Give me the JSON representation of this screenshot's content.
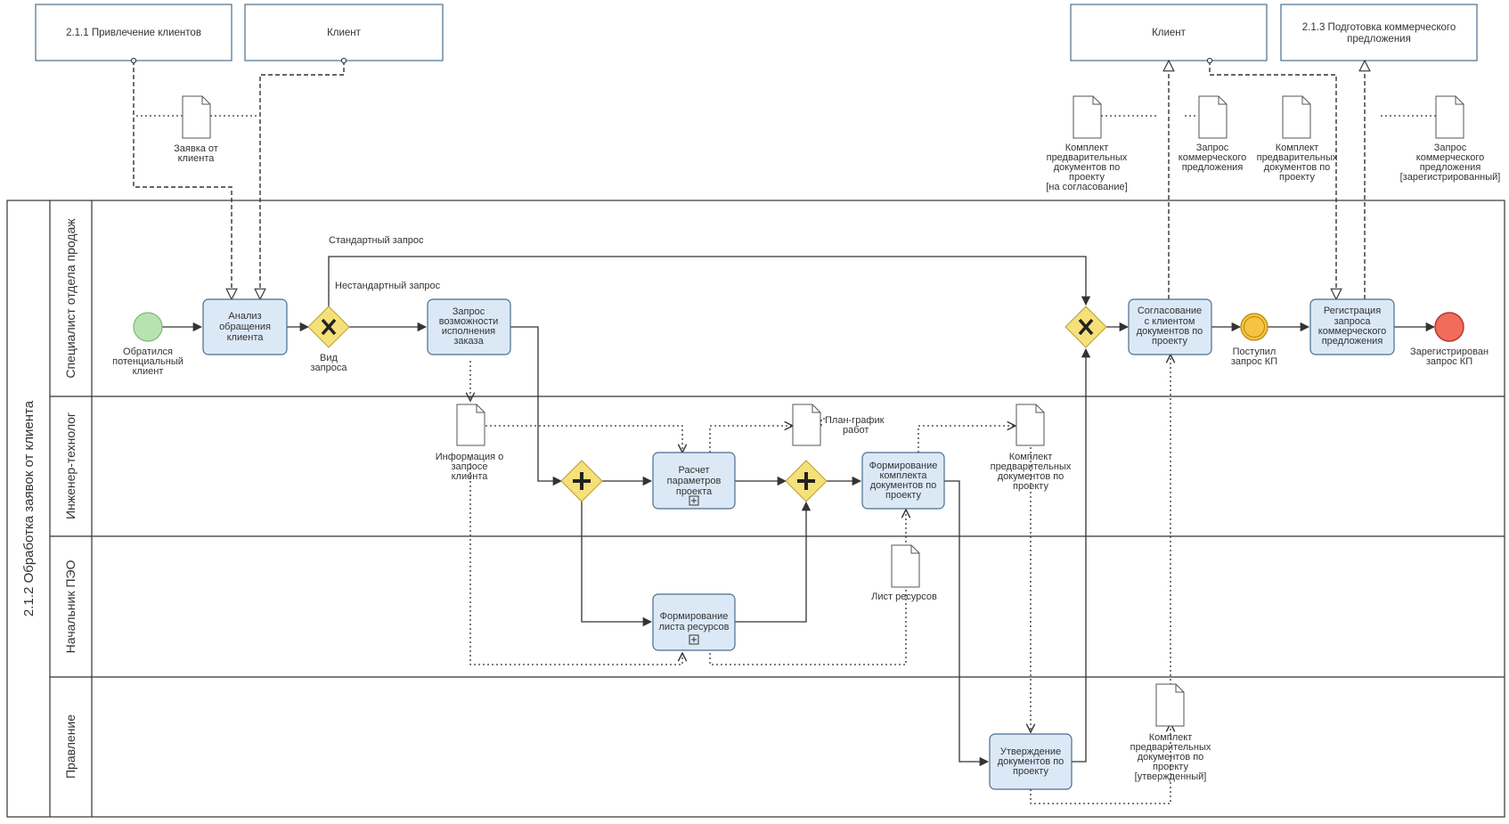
{
  "pool": {
    "title": "2.1.2 Обработка заявок от клиента"
  },
  "lanes": [
    {
      "title": "Специалист отдела продаж"
    },
    {
      "title": "Инженер-технолог"
    },
    {
      "title": "Начальник ПЭО"
    },
    {
      "title": "Правление"
    }
  ],
  "external": {
    "pr1": "2.1.1 Привлечение клиентов",
    "pr2": "Клиент",
    "pr3": "Клиент",
    "pr4": [
      "2.1.3 Подготовка коммерческого",
      "предложения"
    ]
  },
  "tasks": {
    "t1": [
      "Анализ",
      "обращения",
      "клиента"
    ],
    "t2": [
      "Запрос",
      "возможности",
      "исполнения",
      "заказа"
    ],
    "t3": [
      "Расчет",
      "параметров",
      "проекта"
    ],
    "t4": [
      "Формирование",
      "комплекта",
      "документов по",
      "проекту"
    ],
    "t5": [
      "Формирование",
      "листа ресурсов"
    ],
    "t6": [
      "Утверждение",
      "документов по",
      "проекту"
    ],
    "t7": [
      "Согласование",
      "с клиентом",
      "документов по",
      "проекту"
    ],
    "t8": [
      "Регистрация",
      "запроса",
      "коммерческого",
      "предложения"
    ]
  },
  "events": {
    "start": [
      "Обратился",
      "потенциальный",
      "клиент"
    ],
    "intermediate": [
      "Поступил",
      "запрос КП"
    ],
    "end": [
      "Зарегистрирован",
      "запрос КП"
    ]
  },
  "gateways": {
    "g1": [
      "Вид",
      "запроса"
    ]
  },
  "flow_labels": {
    "standard": "Стандартный запрос",
    "nonstandard": "Нестандартный запрос"
  },
  "documents": {
    "d1": [
      "Заявка от",
      "клиента"
    ],
    "d2": [
      "Информация о",
      "запросе",
      "клиента"
    ],
    "d3": [
      "План-график",
      "работ"
    ],
    "d4": [
      "Комплект",
      "предварительных",
      "документов по",
      "проекту"
    ],
    "d5": [
      "Лист ресурсов"
    ],
    "d6": [
      "Комплект",
      "предварительных",
      "документов по",
      "проекту",
      "[утвержденный]"
    ],
    "d7": [
      "Комплект",
      "предварительных",
      "документов по",
      "проекту",
      "[на согласование]"
    ],
    "d8": [
      "Запрос",
      "коммерческого",
      "предложения"
    ],
    "d9": [
      "Комплект",
      "предварительных",
      "документов по",
      "проекту"
    ],
    "d10": [
      "Запрос",
      "коммерческого",
      "предложения",
      "[зарегистрированный]"
    ]
  },
  "colors": {
    "task_fill": "#dbe9f7",
    "task_stroke": "#4a6d8c",
    "gateway_fill": "#f5e07a",
    "start_fill": "#b7e3b0",
    "intermediate_fill": "#f5c542",
    "end_fill": "#f26b5b"
  }
}
